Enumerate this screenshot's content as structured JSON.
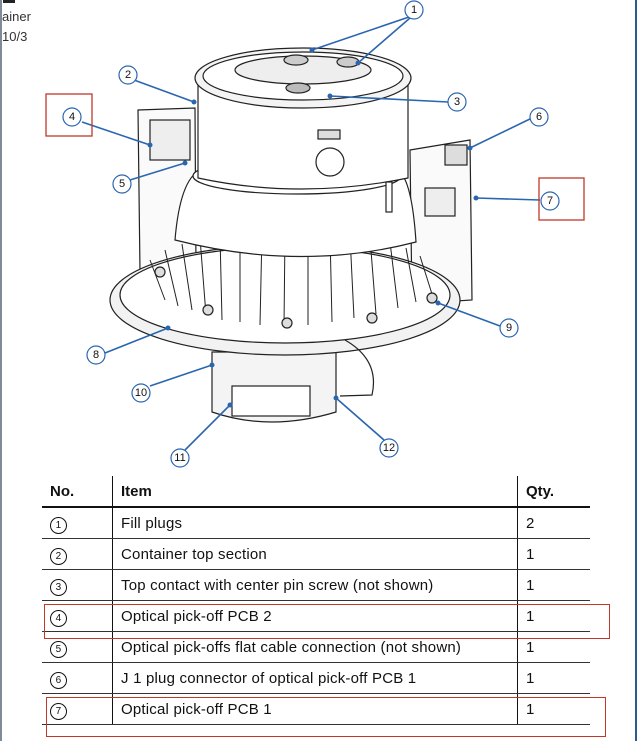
{
  "crop": {
    "line1": "ainer",
    "line2": "10/3"
  },
  "callouts": [
    "1",
    "2",
    "3",
    "4",
    "5",
    "6",
    "7",
    "8",
    "9",
    "10",
    "11",
    "12"
  ],
  "table": {
    "headers": {
      "no": "No.",
      "item": "Item",
      "qty": "Qty."
    },
    "rows": [
      {
        "no": "1",
        "item": "Fill plugs",
        "qty": "2"
      },
      {
        "no": "2",
        "item": "Container top section",
        "qty": "1"
      },
      {
        "no": "3",
        "item": "Top contact with center pin screw (not shown)",
        "qty": "1"
      },
      {
        "no": "4",
        "item": "Optical pick-off PCB 2",
        "qty": "1"
      },
      {
        "no": "5",
        "item": "Optical pick-offs flat cable connection (not shown)",
        "qty": "1"
      },
      {
        "no": "6",
        "item": "J 1 plug connector of optical pick-off PCB 1",
        "qty": "1"
      },
      {
        "no": "7",
        "item": "Optical pick-off PCB 1",
        "qty": "1"
      }
    ]
  },
  "colors": {
    "callout_arrow": "#2a66b0",
    "highlight_box": "#c0392b"
  }
}
